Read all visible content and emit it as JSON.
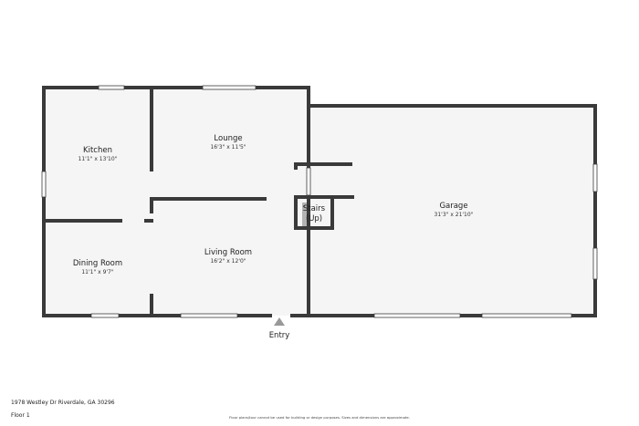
{
  "rooms": {
    "kitchen": {
      "name": "Kitchen",
      "dim": "11'1\" x 13'10\""
    },
    "lounge": {
      "name": "Lounge",
      "dim": "16'3\" x 11'5\""
    },
    "dining": {
      "name": "Dining Room",
      "dim": "11'1\" x 9'7\""
    },
    "living": {
      "name": "Living Room",
      "dim": "16'2\" x 12'0\""
    },
    "garage": {
      "name": "Garage",
      "dim": "31'3\" x 21'10\""
    },
    "stairs": {
      "line1": "Stairs",
      "line2": "(Up)"
    }
  },
  "entry_label": "Entry",
  "footer": {
    "address": "1978 Westley Dr Riverdale, GA 30296",
    "floor": "Floor 1",
    "disclaimer": "Floor plans/tour cannot be used for building or design purposes. Sizes and dimensions are approximate."
  },
  "colors": {
    "wall": "#3a3a3a",
    "floor_fill": "#f5f5f5",
    "window": "#cfcfcf",
    "entry_arrow": "#999999"
  }
}
